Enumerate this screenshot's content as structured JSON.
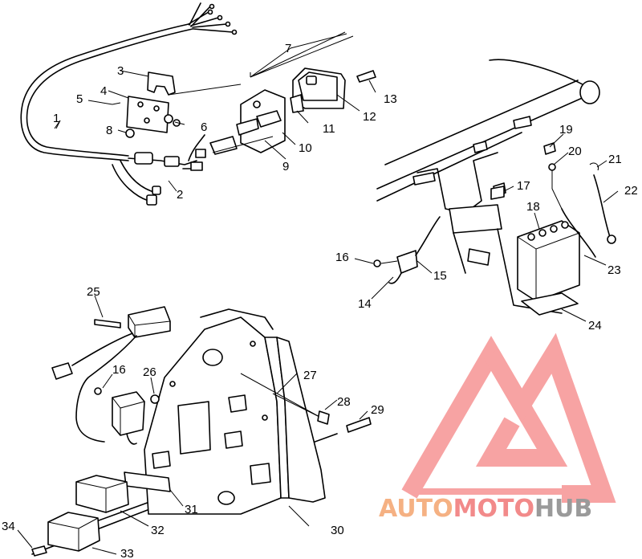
{
  "callouts": [
    {
      "id": "1",
      "label": "1"
    },
    {
      "id": "2",
      "label": "2"
    },
    {
      "id": "3",
      "label": "3"
    },
    {
      "id": "4",
      "label": "4"
    },
    {
      "id": "5",
      "label": "5"
    },
    {
      "id": "6",
      "label": "6"
    },
    {
      "id": "7",
      "label": "7"
    },
    {
      "id": "8",
      "label": "8"
    },
    {
      "id": "9",
      "label": "9"
    },
    {
      "id": "10",
      "label": "10"
    },
    {
      "id": "11",
      "label": "11"
    },
    {
      "id": "12",
      "label": "12"
    },
    {
      "id": "13",
      "label": "13"
    },
    {
      "id": "14",
      "label": "14"
    },
    {
      "id": "15",
      "label": "15"
    },
    {
      "id": "16a",
      "label": "16"
    },
    {
      "id": "16b",
      "label": "16"
    },
    {
      "id": "17",
      "label": "17"
    },
    {
      "id": "18",
      "label": "18"
    },
    {
      "id": "19",
      "label": "19"
    },
    {
      "id": "20",
      "label": "20"
    },
    {
      "id": "21",
      "label": "21"
    },
    {
      "id": "22",
      "label": "22"
    },
    {
      "id": "23",
      "label": "23"
    },
    {
      "id": "24",
      "label": "24"
    },
    {
      "id": "25",
      "label": "25"
    },
    {
      "id": "26",
      "label": "26"
    },
    {
      "id": "27",
      "label": "27"
    },
    {
      "id": "28",
      "label": "28"
    },
    {
      "id": "29",
      "label": "29"
    },
    {
      "id": "30",
      "label": "30"
    },
    {
      "id": "31",
      "label": "31"
    },
    {
      "id": "32",
      "label": "32"
    },
    {
      "id": "33",
      "label": "33"
    },
    {
      "id": "34",
      "label": "34"
    }
  ],
  "watermark": {
    "part1": "AUTO",
    "part2": "MOTO",
    "part3": "HUB",
    "color_logo": "#f28a8a",
    "color_auto": "#f5b183",
    "color_hub": "#9a9a9a"
  }
}
